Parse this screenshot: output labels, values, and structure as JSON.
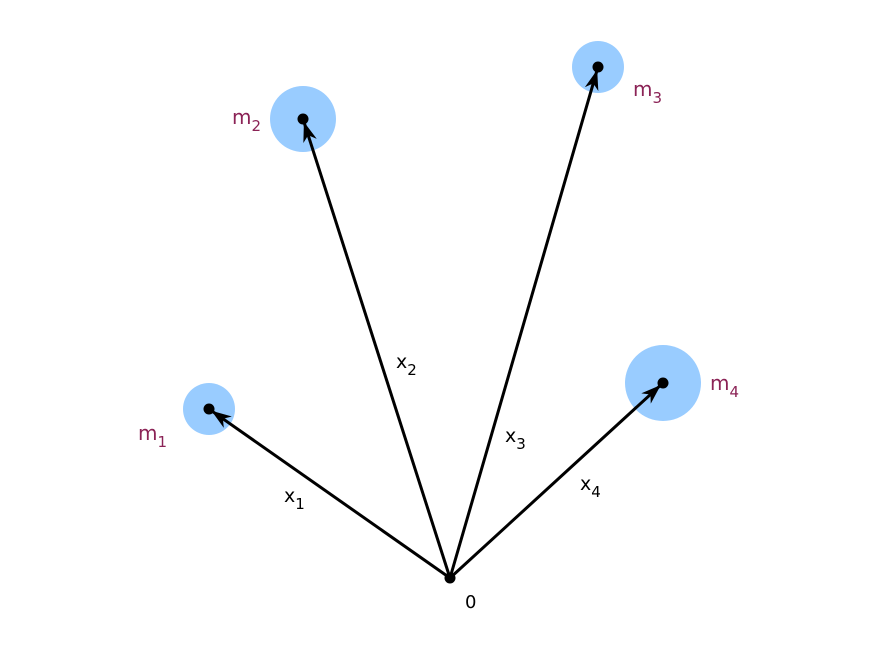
{
  "origin": {
    "label": "0"
  },
  "colors": {
    "halo": "#99ccff",
    "mass_label": "#8b2356",
    "vector": "#000000",
    "vector_label": "#000000"
  },
  "masses": [
    {
      "name": "m",
      "sub": "1"
    },
    {
      "name": "m",
      "sub": "2"
    },
    {
      "name": "m",
      "sub": "3"
    },
    {
      "name": "m",
      "sub": "4"
    }
  ],
  "vectors": [
    {
      "name": "x",
      "sub": "1"
    },
    {
      "name": "x",
      "sub": "2"
    },
    {
      "name": "x",
      "sub": "3"
    },
    {
      "name": "x",
      "sub": "4"
    }
  ]
}
